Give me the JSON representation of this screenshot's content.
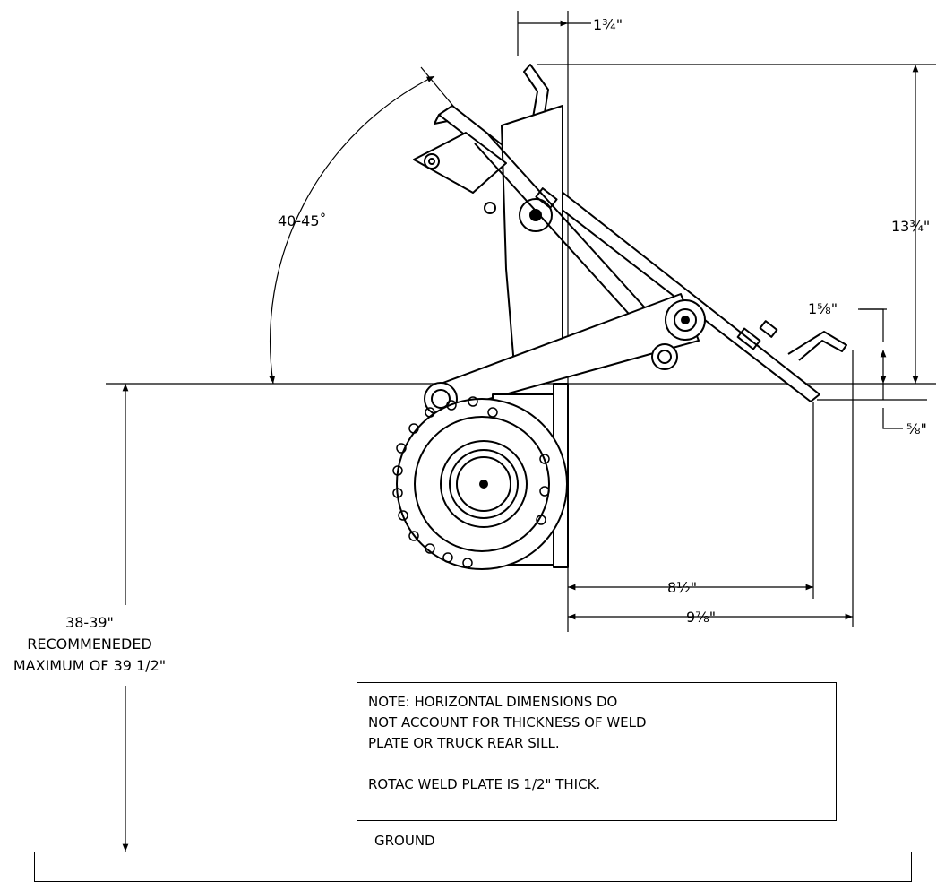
{
  "dimensions": {
    "top_offset": "1¾\"",
    "vertical_height": "13¾\"",
    "angle": "40-45˚",
    "upper_small": "1⅝\"",
    "lower_small": "⅝\"",
    "horizontal_inner": "8½\"",
    "horizontal_outer": "9⅞\""
  },
  "height_label": {
    "line1": "38-39\"",
    "line2": "RECOMMENEDED",
    "line3": "MAXIMUM OF 39 1/2\""
  },
  "note": {
    "line1": "NOTE: HORIZONTAL DIMENSIONS DO",
    "line2": "NOT ACCOUNT FOR THICKNESS OF WELD",
    "line3": "PLATE OR TRUCK REAR SILL.",
    "line4": "ROTAC WELD PLATE IS 1/2\" THICK."
  },
  "ground_label": "GROUND"
}
